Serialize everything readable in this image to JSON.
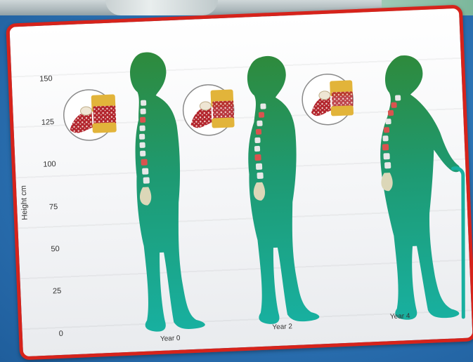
{
  "diagram": {
    "y_axis_label": "Height cm",
    "y_ticks": [
      "150",
      "125",
      "100",
      "75",
      "50",
      "25",
      "0"
    ],
    "x_labels": [
      "Year 0",
      "Year 2",
      "Year 4"
    ],
    "colors": {
      "frame": "#d6231b",
      "background": "#2f78b8",
      "figure": "#1fa58f",
      "figure_dark": "#2e8a3c",
      "bone": "#e2b43a",
      "marrow": "#b2242c"
    },
    "figures": [
      {
        "stage": "Year 0",
        "posture": "upright",
        "icon": "healthy-bone-icon"
      },
      {
        "stage": "Year 2",
        "posture": "slight-stoop",
        "icon": "thinning-bone-icon"
      },
      {
        "stage": "Year 4",
        "posture": "stooped-with-cane",
        "icon": "osteoporotic-bone-icon"
      }
    ]
  }
}
